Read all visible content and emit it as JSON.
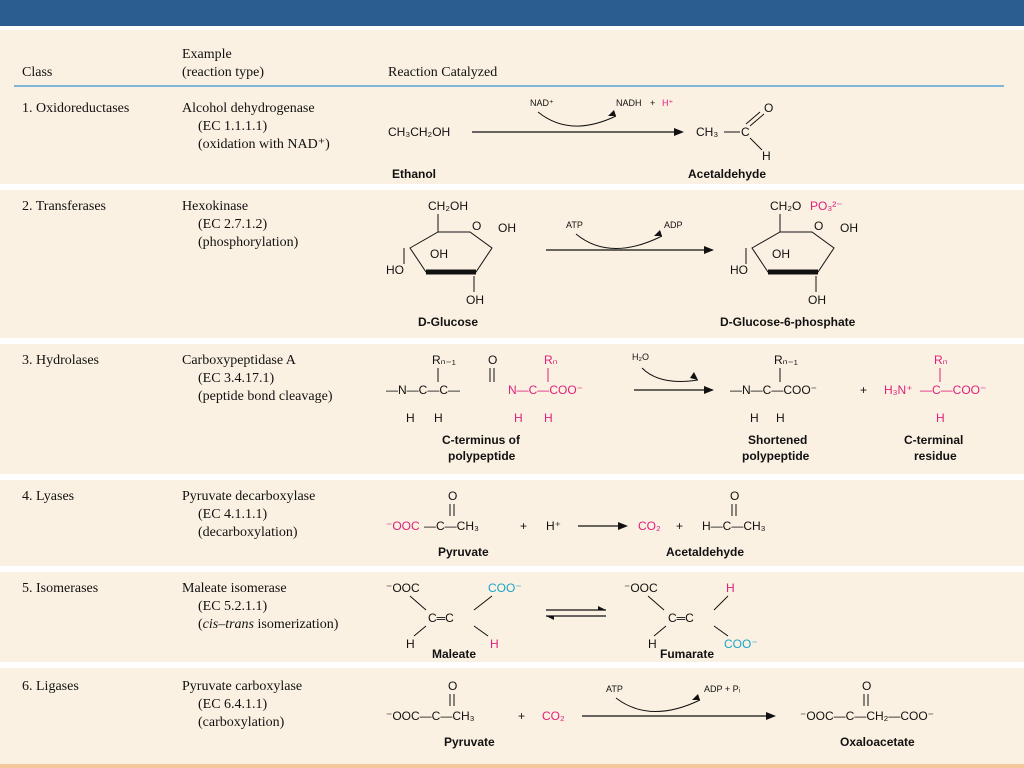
{
  "header": {
    "class": "Class",
    "example_line1": "Example",
    "example_line2": "(reaction type)",
    "reaction": "Reaction Catalyzed"
  },
  "rows": [
    {
      "class": "1. Oxidoreductases",
      "enzyme": "Alcohol dehydrogenase",
      "ec": "(EC 1.1.1.1)",
      "type": "(oxidation with NAD⁺)",
      "reaction": {
        "cofactor_in": "NAD⁺",
        "cofactor_out_a": "NADH",
        "plus": "+",
        "cofactor_out_b": "H⁺",
        "substrate_formula": "CH₃CH₂OH",
        "product_left": "CH₃",
        "product_o": "O",
        "product_h": "H",
        "substrate_name": "Ethanol",
        "product_name": "Acetaldehyde"
      }
    },
    {
      "class": "2. Transferases",
      "enzyme": "Hexokinase",
      "ec": "(EC 2.7.1.2)",
      "type": "(phosphorylation)",
      "reaction": {
        "cofactor_in": "ATP",
        "cofactor_out": "ADP",
        "sub_top": "CH₂OH",
        "ring_o": "O",
        "oh": "OH",
        "ho": "HO",
        "prod_top_a": "CH₂O",
        "prod_top_b": "PO₃²⁻",
        "substrate_name": "D-Glucose",
        "product_name": "D-Glucose-6-phosphate"
      }
    },
    {
      "class": "3. Hydrolases",
      "enzyme": "Carboxypeptidase A",
      "ec": "(EC 3.4.17.1)",
      "type": "(peptide bond cleavage)",
      "reaction": {
        "water": "H₂O",
        "r_prev": "Rₙ₋₁",
        "r_n": "Rₙ",
        "chain": "—N—C—C—N—C—COO⁻",
        "o": "O",
        "h": "H",
        "short_chain": "—N—C—COO⁻",
        "plus": "+",
        "h3n": "H₃N⁺",
        "residue_chain": "—C—COO⁻",
        "substrate_name_1": "C-terminus of",
        "substrate_name_2": "polypeptide",
        "product1_name_1": "Shortened",
        "product1_name_2": "polypeptide",
        "product2_name_1": "C-terminal",
        "product2_name_2": "residue"
      }
    },
    {
      "class": "4. Lyases",
      "enzyme": "Pyruvate decarboxylase",
      "ec": "(EC 4.1.1.1)",
      "type": "(decarboxylation)",
      "reaction": {
        "sub_a": "⁻OOC",
        "sub_b": "—C—CH₃",
        "o": "O",
        "plus": "+",
        "proton": "H⁺",
        "co2": "CO₂",
        "prod": "H—C—CH₃",
        "substrate_name": "Pyruvate",
        "product_name": "Acetaldehyde"
      }
    },
    {
      "class": "5. Isomerases",
      "enzyme": "Maleate isomerase",
      "ec": "(EC 5.2.1.1)",
      "type_a": "(",
      "type_b": "cis–trans",
      "type_c": " isomerization)",
      "reaction": {
        "ooc": "⁻OOC",
        "coo": "COO⁻",
        "c_eq_c": "C═C",
        "h": "H",
        "substrate_name": "Maleate",
        "product_name": "Fumarate"
      }
    },
    {
      "class": "6. Ligases",
      "enzyme": "Pyruvate carboxylase",
      "ec": "(EC 6.4.1.1)",
      "type": "(carboxylation)",
      "reaction": {
        "cofactor_in": "ATP",
        "cofactor_out": "ADP + Pᵢ",
        "sub": "⁻OOC—C—CH₃",
        "o": "O",
        "plus": "+",
        "co2": "CO₂",
        "prod": "⁻OOC—C—CH₂—COO⁻",
        "substrate_name": "Pyruvate",
        "product_name": "Oxaloacetate"
      }
    }
  ],
  "colors": {
    "topbar": "#2c5d91",
    "panel": "#fbf1e2",
    "rule": "#7fb6d8",
    "magenta": "#e0207a",
    "cyan": "#1aa3c9"
  }
}
